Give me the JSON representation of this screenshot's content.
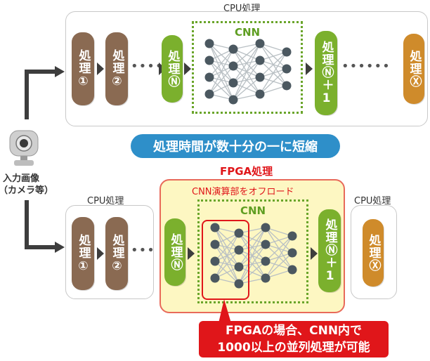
{
  "top": {
    "caption": "CPU処理",
    "stages": [
      {
        "text": "処理①"
      },
      {
        "text": "処理②"
      },
      {
        "text": "処理Ⓝ"
      },
      {
        "text": "処理Ⓝ＋1"
      },
      {
        "text": "処理Ⓧ"
      }
    ],
    "cnn_label": "CNN"
  },
  "banner": "処理時間が数十分の一に短縮",
  "input": {
    "label_line1": "入力画像",
    "label_line2": "（カメラ等）"
  },
  "bottom": {
    "left_caption": "CPU処理",
    "fpga_caption": "FPGA処理",
    "offload_caption": "CNN演算部をオフロード",
    "right_caption": "CPU処理",
    "cnn_label": "CNN",
    "stages": [
      {
        "text": "処理①"
      },
      {
        "text": "処理②"
      },
      {
        "text": "処理Ⓝ"
      },
      {
        "text": "処理Ⓝ＋1"
      },
      {
        "text": "処理Ⓧ"
      }
    ]
  },
  "callout": {
    "line1": "FPGAの場合、CNN内で",
    "line2": "1000以上の並列処理が可能"
  },
  "colors": {
    "brown": "#8a6a52",
    "green": "#7bb02d",
    "orange": "#cf8b2b",
    "banner": "#2e8fc9",
    "fpga_fill": "#fdf7c2",
    "fpga_border": "#e86a5a",
    "callout": "#e0161a"
  }
}
